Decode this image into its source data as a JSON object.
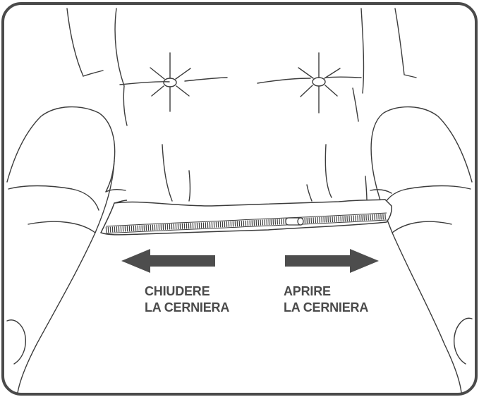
{
  "instructions": {
    "close": {
      "line1": "CHIUDERE",
      "line2": "LA CERNIERA",
      "direction": "left"
    },
    "open": {
      "line1": "APRIRE",
      "line2": "LA CERNIERA",
      "direction": "right"
    }
  },
  "colors": {
    "outline": "#3c3c3c",
    "arrow": "#4d4d4d",
    "label": "#4a4a4a",
    "frame": "#4a4a4a",
    "background": "#ffffff"
  }
}
